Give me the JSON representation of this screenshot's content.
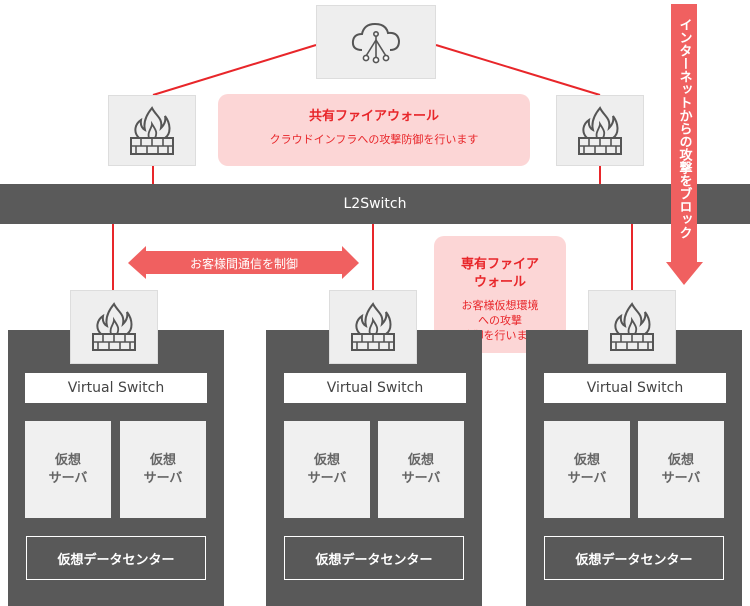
{
  "l2switch": {
    "label": "L2Switch"
  },
  "shared_firewall": {
    "title": "共有ファイアウォール",
    "description": "クラウドインフラへの攻撃防御を行います"
  },
  "dedicated_firewall": {
    "title_line1": "専有ファイア",
    "title_line2": "ウォール",
    "desc_line1": "お客様仮想環境",
    "desc_line2": "への攻撃",
    "desc_line3": "防御を行います"
  },
  "internet_block": {
    "label": "インターネットからの攻撃をブロック"
  },
  "inter_customer": {
    "label": "お客様間通信を制御"
  },
  "datacenters": [
    {
      "vswitch": "Virtual Switch",
      "server1_l1": "仮想",
      "server1_l2": "サーバ",
      "server2_l1": "仮想",
      "server2_l2": "サーバ",
      "label": "仮想データセンター"
    },
    {
      "vswitch": "Virtual Switch",
      "server1_l1": "仮想",
      "server1_l2": "サーバ",
      "server2_l1": "仮想",
      "server2_l2": "サーバ",
      "label": "仮想データセンター"
    },
    {
      "vswitch": "Virtual Switch",
      "server1_l1": "仮想",
      "server1_l2": "サーバ",
      "server2_l1": "仮想",
      "server2_l2": "サーバ",
      "label": "仮想データセンター"
    }
  ],
  "colors": {
    "accent": "#e8262a",
    "callout_bg": "#fcd6d6",
    "dark": "#595959"
  }
}
